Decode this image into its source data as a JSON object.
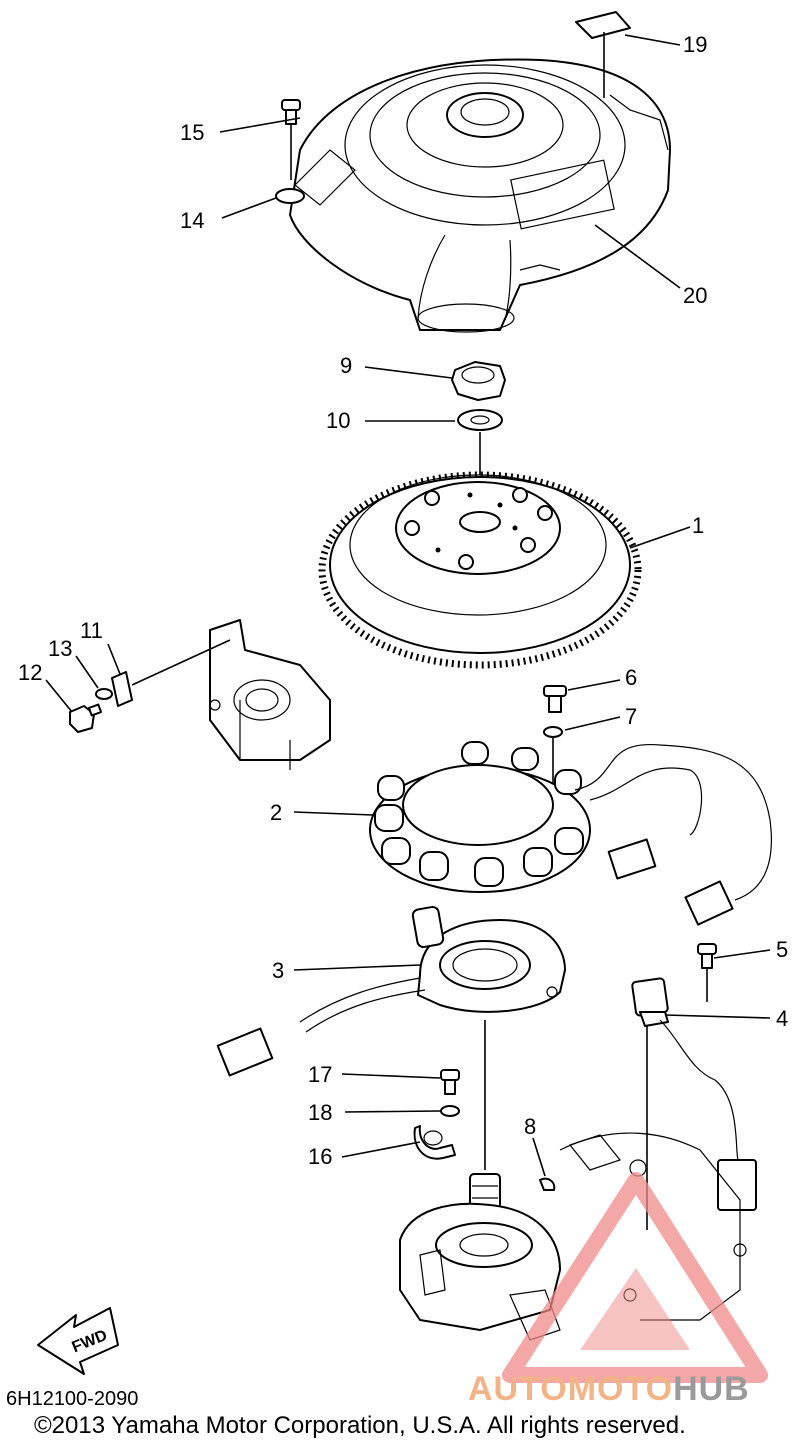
{
  "diagram": {
    "figure_id": "6H12100-2090",
    "copyright": "©2013 Yamaha Motor Corporation, U.S.A. All rights reserved.",
    "fwd_label": "FWD",
    "callouts": {
      "c1": "1",
      "c2": "2",
      "c3": "3",
      "c4": "4",
      "c5": "5",
      "c6": "6",
      "c7": "7",
      "c8": "8",
      "c9": "9",
      "c10": "10",
      "c11": "11",
      "c12": "12",
      "c13": "13",
      "c14": "14",
      "c15": "15",
      "c16": "16",
      "c17": "17",
      "c18": "18",
      "c19": "19",
      "c20": "20"
    }
  },
  "watermark": {
    "part1": "AUTOMOTO",
    "part2": "HUB",
    "colors": {
      "accent": "#f2b487",
      "gray": "#9a9a9a",
      "triangle": "#f08a8a"
    }
  }
}
